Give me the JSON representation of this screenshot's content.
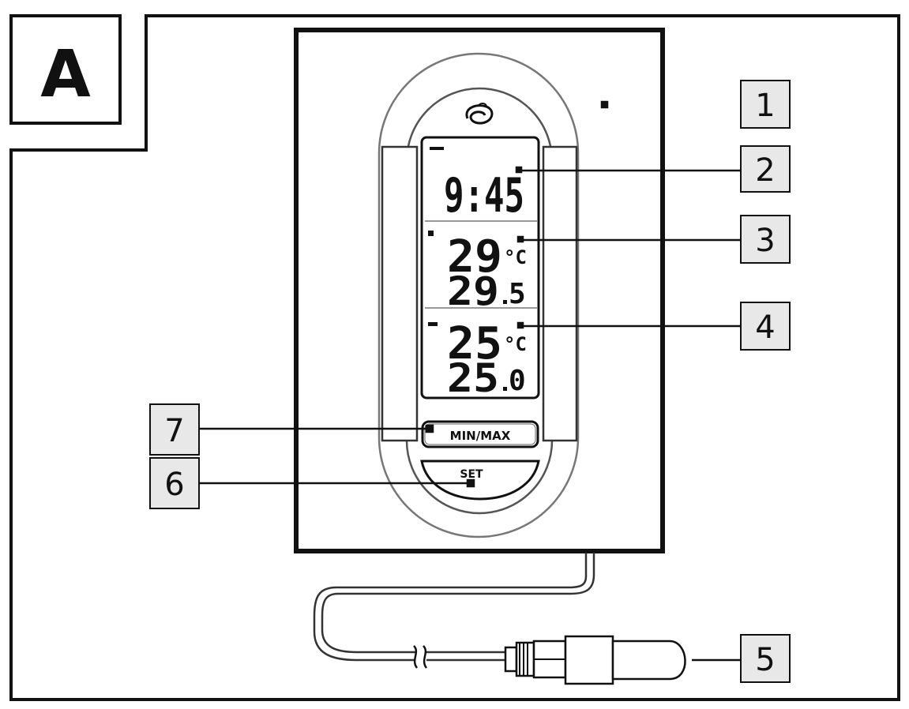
{
  "panel": {
    "letter": "A"
  },
  "display": {
    "time": "9:45",
    "temp_indoor_main": "29",
    "temp_indoor_decimal": "5",
    "temp_outdoor_main": "25",
    "temp_outdoor_decimal": "0",
    "unit": "°C"
  },
  "buttons": {
    "minmax": "MIN/MAX",
    "set": "SET"
  },
  "callouts": [
    "1",
    "2",
    "3",
    "4",
    "5",
    "6",
    "7"
  ]
}
